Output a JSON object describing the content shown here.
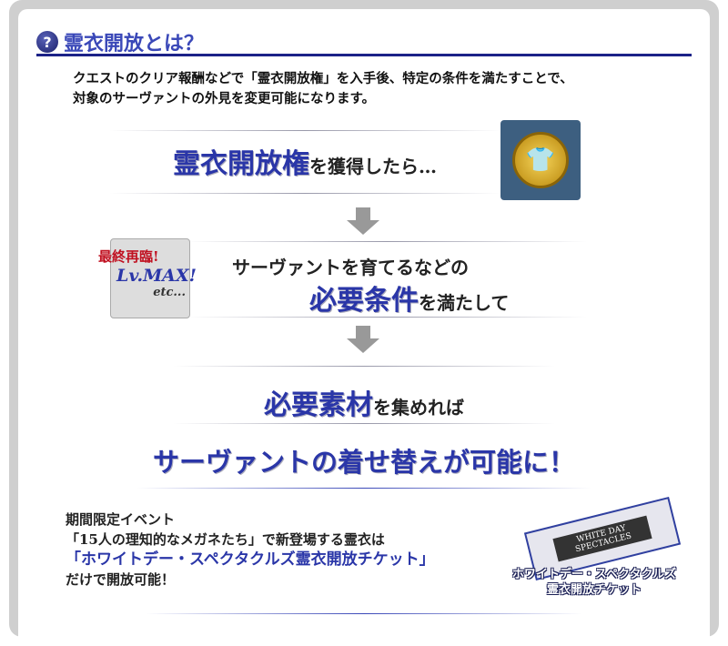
{
  "title": "霊衣開放とは？",
  "intro": [
    "クエストのクリア報酬などで「霊衣開放権」を入手後、特定の条件を満たすことで、",
    "対象のサーヴァントの外見を変更可能になります。"
  ],
  "step1": {
    "big": "霊衣開放権",
    "rest": "を獲得したら…"
  },
  "step2": {
    "line1": "サーヴァントを育てるなどの",
    "big": "必要条件",
    "rest": "を満たして",
    "badge": {
      "l1": "最終再臨!",
      "l2": "Lv.MAX!",
      "l3": "etc..."
    }
  },
  "step3": {
    "big": "必要素材",
    "rest": "を集めれば"
  },
  "result": "サーヴァントの着せ替えが可能に！",
  "bottom": {
    "l1": "期間限定イベント",
    "l2": "「15人の理知的なメガネたち」で新登場する霊衣は",
    "l3": "「ホワイトデー・スペクタクルズ霊衣開放チケット」",
    "l4": "だけで開放可能！",
    "ticket_caption1": "ホワイトデー・スペクタクルズ",
    "ticket_caption2": "霊衣開放チケット",
    "ticket_art": "WHITE DAY SPECTACLES"
  }
}
